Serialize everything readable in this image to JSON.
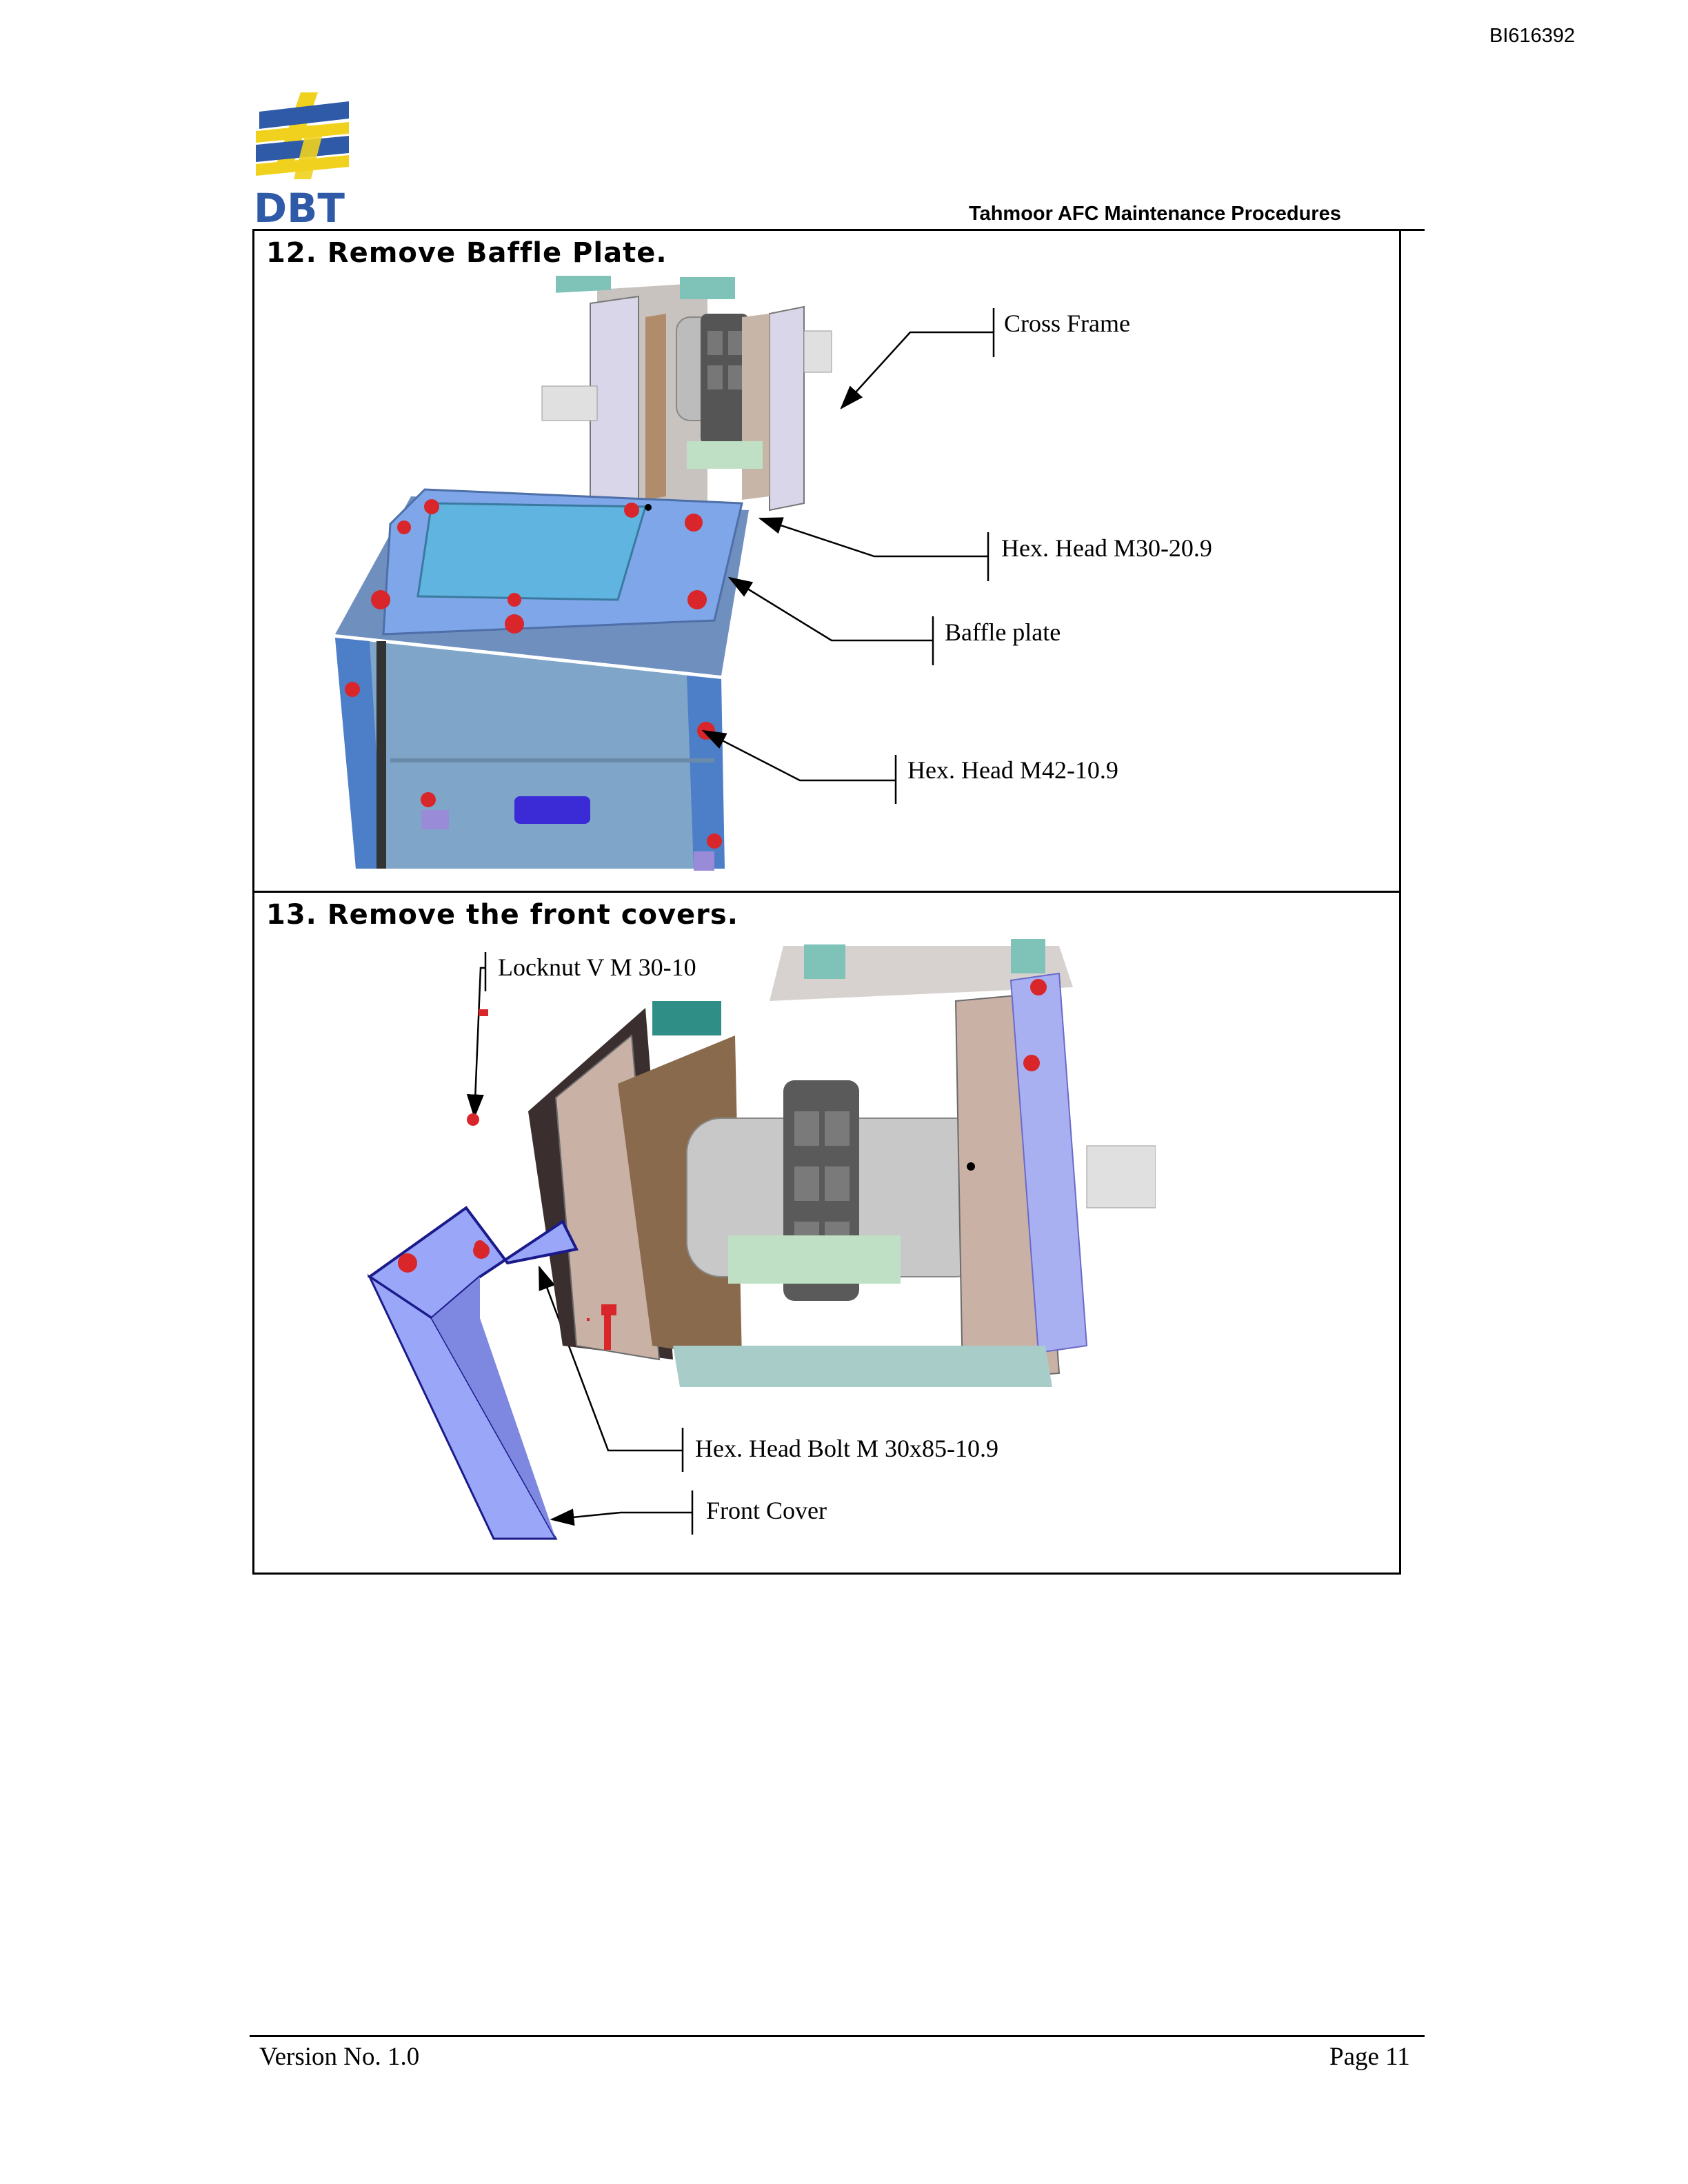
{
  "doc_id": "BI616392",
  "logo": {
    "text": "DBT",
    "colors": {
      "yellow": "#f0d21e",
      "blue": "#2f5aa8"
    }
  },
  "header": {
    "title": "Tahmoor AFC Maintenance Procedures"
  },
  "steps": [
    {
      "heading": "12. Remove Baffle Plate.",
      "labels": {
        "cross_frame": "Cross Frame",
        "hex_head_m30": "Hex. Head M30-20.9",
        "baffle_plate": "Baffle plate",
        "hex_head_m42": "Hex. Head M42-10.9"
      }
    },
    {
      "heading": "13. Remove the front covers.",
      "labels": {
        "locknut": "Locknut V M 30-10",
        "hex_head_bolt": "Hex. Head Bolt M 30x85-10.9",
        "front_cover": "Front Cover"
      }
    }
  ],
  "footer": {
    "version": "Version No. 1.0",
    "page": "Page 11"
  }
}
